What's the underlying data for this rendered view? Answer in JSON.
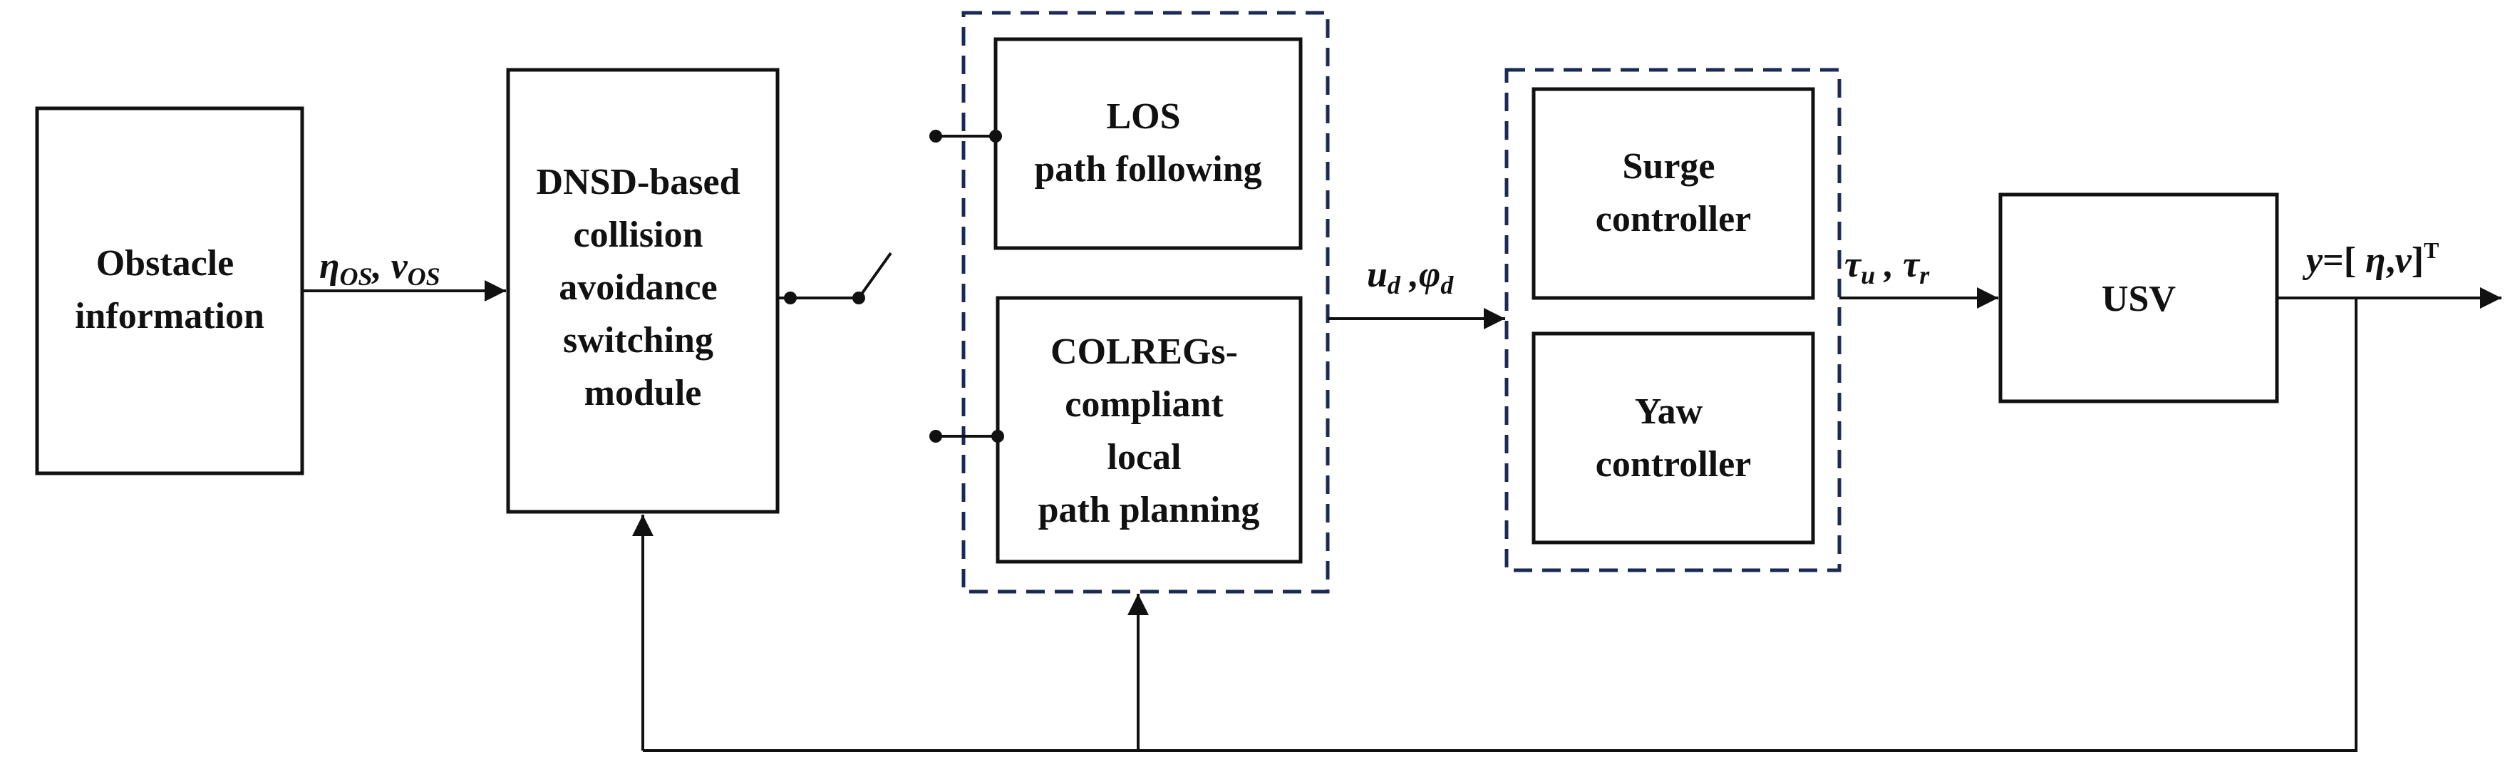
{
  "colors": {
    "line": "#111111",
    "dashed_group": "#1b2a55",
    "background": "#ffffff"
  },
  "blocks": {
    "obstacle": {
      "lines": [
        "Obstacle",
        "information"
      ]
    },
    "switching": {
      "lines": [
        "DNSD-based",
        "collision",
        "avoidance",
        "switching",
        "module"
      ]
    },
    "los": {
      "lines": [
        "LOS",
        "path following"
      ]
    },
    "colregs": {
      "lines": [
        "COLREGs-",
        "compliant",
        "local",
        "path planning"
      ]
    },
    "surge": {
      "lines": [
        "Surge",
        "controller"
      ]
    },
    "yaw": {
      "lines": [
        "Yaw",
        "controller"
      ]
    },
    "usv": {
      "lines": [
        "USV"
      ]
    }
  },
  "signals": {
    "eta_os": {
      "symbol": "η",
      "sub": "OS",
      "sep": ", ",
      "symbol2": "v",
      "sub2": "OS"
    },
    "ud_phid": {
      "symbol": "u",
      "sub": "d",
      "sep": " ,",
      "symbol2": "φ",
      "sub2": "d"
    },
    "tau": {
      "symbol": "τ",
      "sub": "u",
      "sep": " ,  ",
      "symbol2": "τ",
      "sub2": "r"
    },
    "output": {
      "prefix": "y",
      "eq": "=[ ",
      "eta": "η",
      "comma": ",",
      "v": "v",
      "close": "]",
      "sup": "T"
    }
  }
}
